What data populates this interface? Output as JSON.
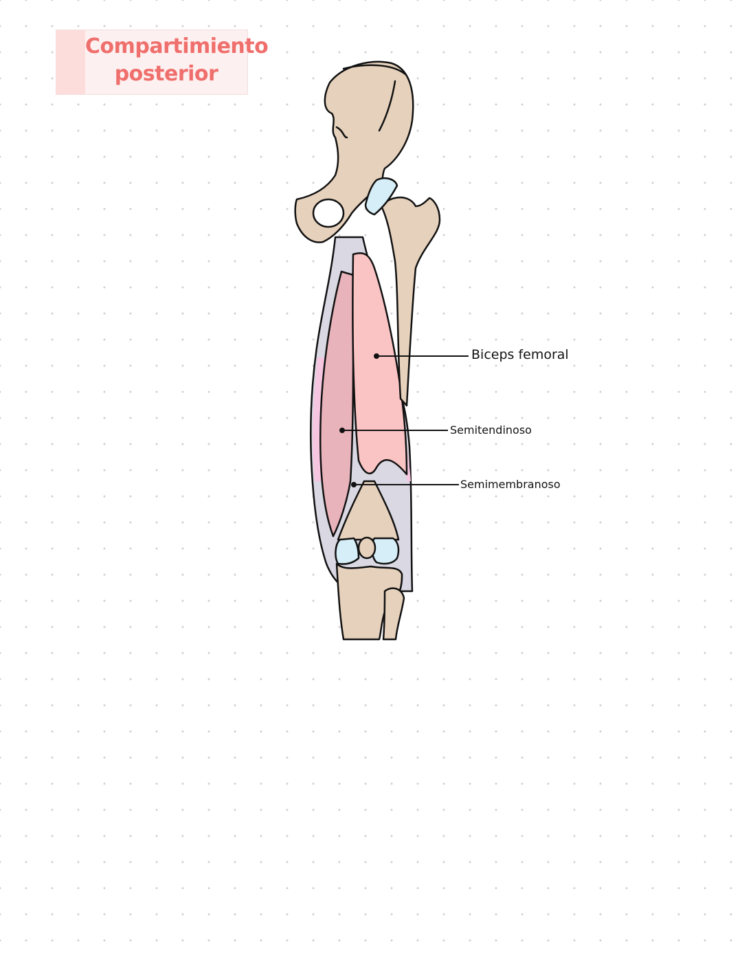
{
  "title": {
    "line1": "Compartimiento",
    "line2": "posterior",
    "color": "#ef6f6c",
    "background": "#fdf0f0",
    "tab_color": "#fddcdc"
  },
  "diagram": {
    "subject": "Posterior thigh compartment muscles (hip to knee)",
    "labels": [
      {
        "id": "biceps-femoral",
        "text": "Biceps femoral"
      },
      {
        "id": "semitendinoso",
        "text": "Semitendinoso"
      },
      {
        "id": "semimembranoso",
        "text": "Semimembranoso"
      }
    ],
    "colors": {
      "bone": "#e6d1bc",
      "cartilage": "#d6eef7",
      "biceps_femoral": "#fbc4c4",
      "semitendinoso": "#e8b3ba",
      "semimembranoso": "#f6c6e0",
      "fascia": "#d9d8e3",
      "outline": "#111111"
    }
  }
}
